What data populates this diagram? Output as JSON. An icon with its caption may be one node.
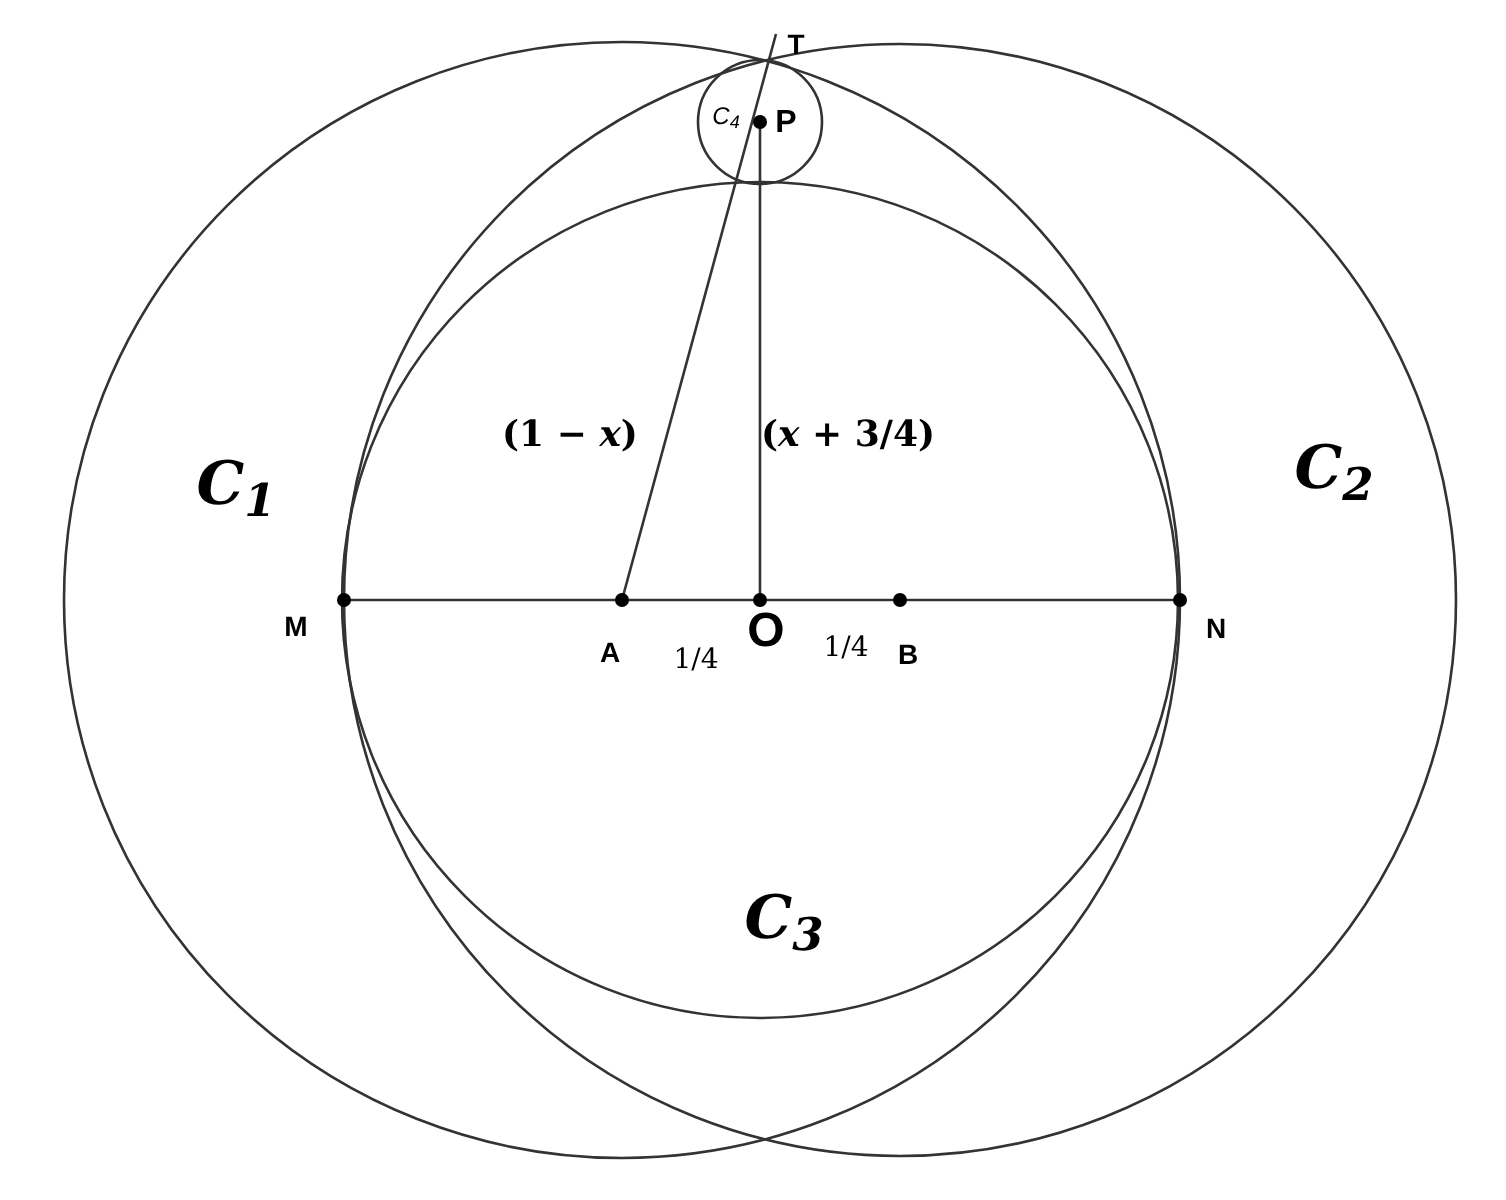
{
  "diagram": {
    "labels": [
      "T",
      "C$_{4}$",
      "P",
      "C$_{1}$",
      "(1 − *x*)",
      "(*x* + 3/4)",
      "C$_{2}$",
      "M",
      "A",
      "O",
      "1/4",
      "1/4",
      "B",
      "N",
      "C$_{3}$"
    ]
  }
}
